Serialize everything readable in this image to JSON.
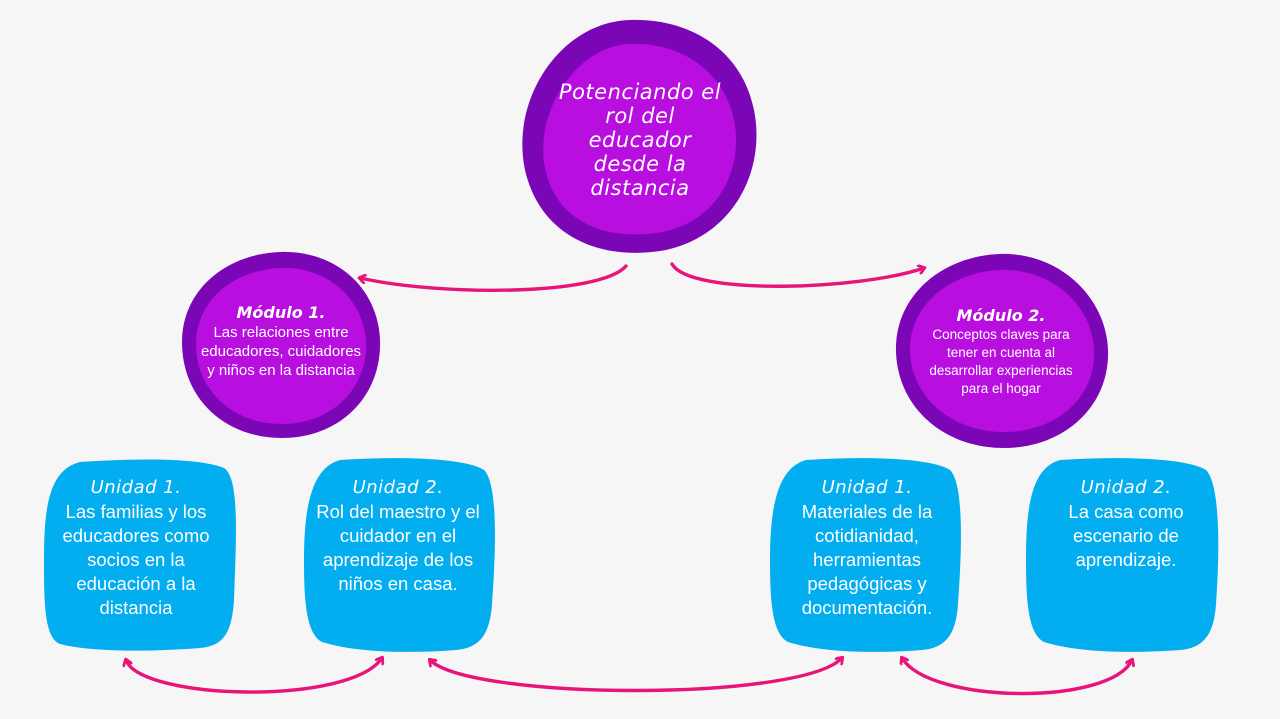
{
  "colors": {
    "background": "#f6f6f7",
    "circle_outer": "#7a06b6",
    "circle_inner": "#b90ee0",
    "unit_box": "#02adf0",
    "arrow": "#e8147a",
    "text": "#ffffff"
  },
  "center": {
    "title": "Potenciando el rol del educador desde la distancia"
  },
  "modules": [
    {
      "title": "Módulo 1.",
      "body": "Las relaciones entre educadores, cuidadores y niños en la distancia"
    },
    {
      "title": "Módulo 2.",
      "body": "Conceptos claves para tener en cuenta al desarrollar experiencias para el hogar"
    }
  ],
  "units": [
    {
      "title": "Unidad 1.",
      "body": "Las familias y los educadores como socios en la educación a la distancia"
    },
    {
      "title": "Unidad 2.",
      "body": "Rol del maestro y el cuidador en el aprendizaje de los niños en casa."
    },
    {
      "title": "Unidad 1.",
      "body": "Materiales de la cotidianidad, herramientas pedagógicas y documentación."
    },
    {
      "title": "Unidad 2.",
      "body": "La casa como escenario de aprendizaje."
    }
  ]
}
